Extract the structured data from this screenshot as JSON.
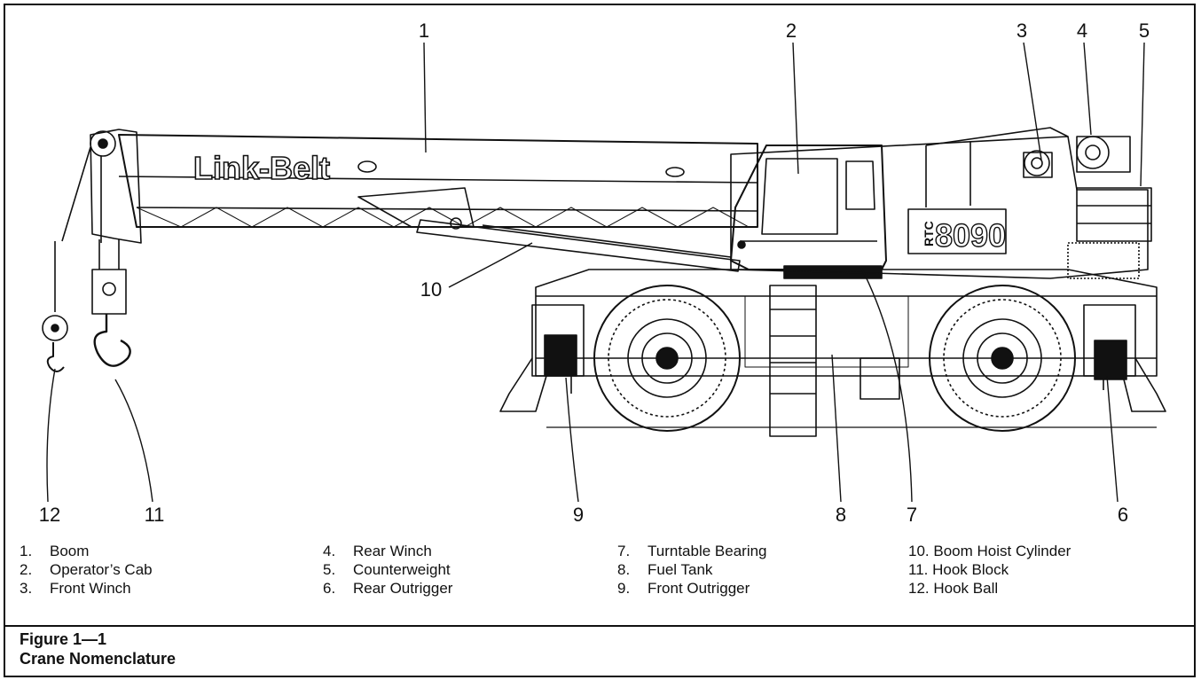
{
  "callouts": [
    "1",
    "2",
    "3",
    "4",
    "5",
    "6",
    "7",
    "8",
    "9",
    "10",
    "11",
    "12"
  ],
  "boom_logo": "Link-Belt",
  "model_badge": "RTC",
  "model_number": "8090",
  "legend": [
    {
      "num": "1.",
      "label": "Boom"
    },
    {
      "num": "2.",
      "label": "Operator’s Cab"
    },
    {
      "num": "3.",
      "label": "Front Winch"
    },
    {
      "num": "4.",
      "label": "Rear Winch"
    },
    {
      "num": "5.",
      "label": "Counterweight"
    },
    {
      "num": "6.",
      "label": "Rear Outrigger"
    },
    {
      "num": "7.",
      "label": "Turntable Bearing"
    },
    {
      "num": "8.",
      "label": "Fuel Tank"
    },
    {
      "num": "9.",
      "label": "Front Outrigger"
    },
    {
      "num": "10.",
      "label": "Boom Hoist Cylinder"
    },
    {
      "num": "11.",
      "label": "Hook Block"
    },
    {
      "num": "12.",
      "label": "Hook Ball"
    }
  ],
  "caption": {
    "figure": "Figure 1—1",
    "title": "Crane Nomenclature"
  }
}
